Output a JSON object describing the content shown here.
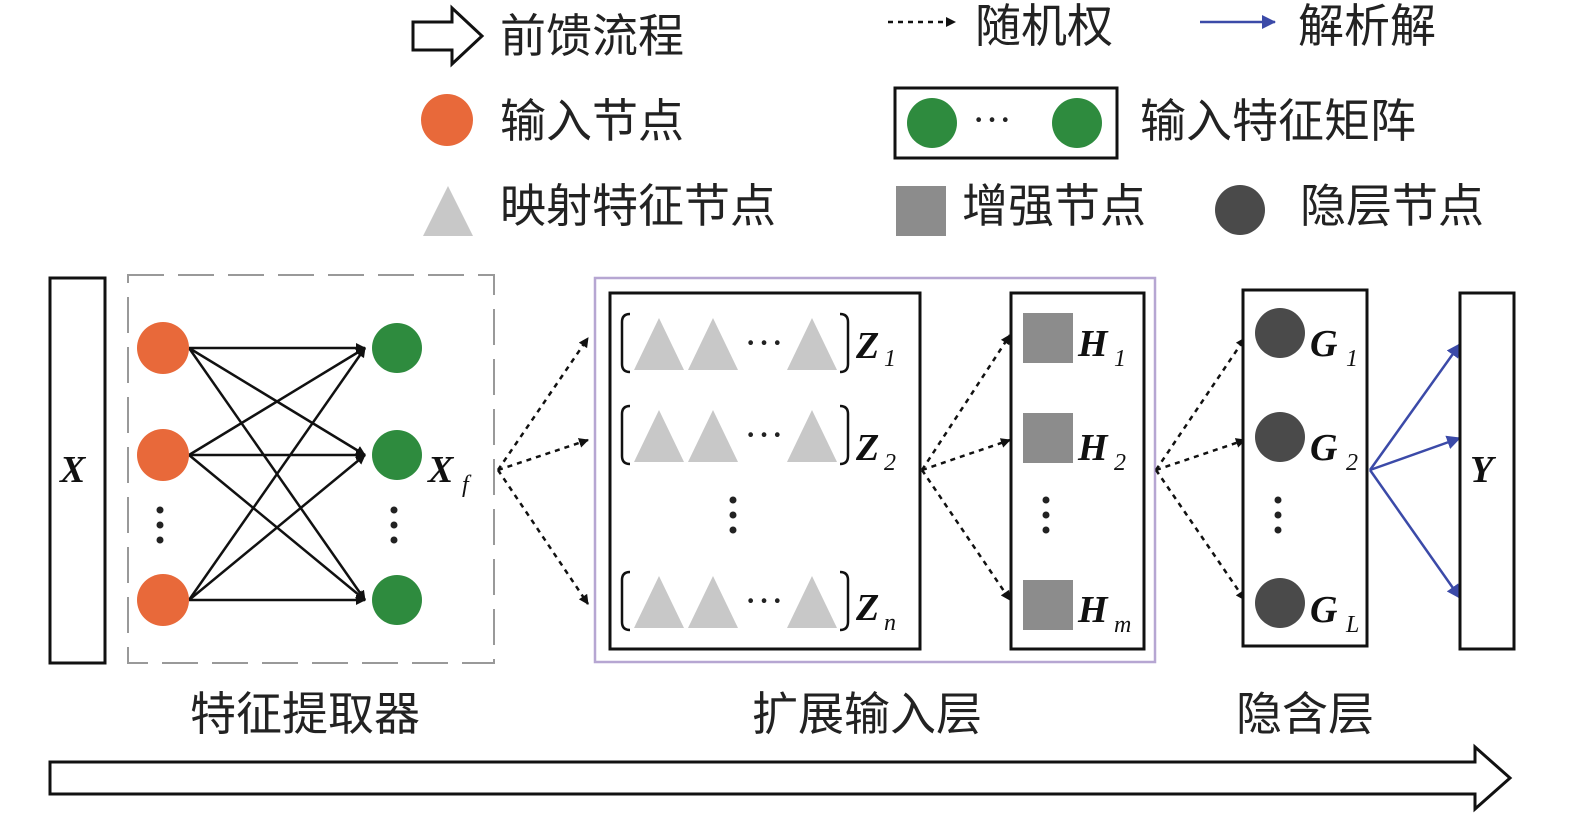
{
  "legend": {
    "feedforward": "前馈流程",
    "random_weight": "随机权",
    "analytic": "解析解",
    "input_node": "输入节点",
    "input_feature_matrix": "输入特征矩阵",
    "mapped_feature_node": "映射特征节点",
    "enhancement_node": "增强节点",
    "hidden_node": "隐层节点",
    "ellipsis": "···"
  },
  "sections": {
    "feature_extractor": "特征提取器",
    "expanded_input_layer": "扩展输入层",
    "hidden_layer": "隐含层"
  },
  "symbols": {
    "X": "X",
    "Xf": "X",
    "Xf_sub": "f",
    "Y": "Y",
    "Z": "Z",
    "Z1_sub": "1",
    "Z2_sub": "2",
    "Zn_sub": "n",
    "H": "H",
    "H1_sub": "1",
    "H2_sub": "2",
    "Hm_sub": "m",
    "G": "G",
    "G1_sub": "1",
    "G2_sub": "2",
    "GL_sub": "L"
  },
  "colors": {
    "input_node": "#E8693A",
    "feature_node": "#2E8B3E",
    "mapped_triangle": "#C8C8C8",
    "enhancement_square": "#8C8C8C",
    "hidden_node": "#4A4A4A",
    "analytic_arrow": "#3B4AA8",
    "expanded_frame": "#B6A6D2"
  }
}
